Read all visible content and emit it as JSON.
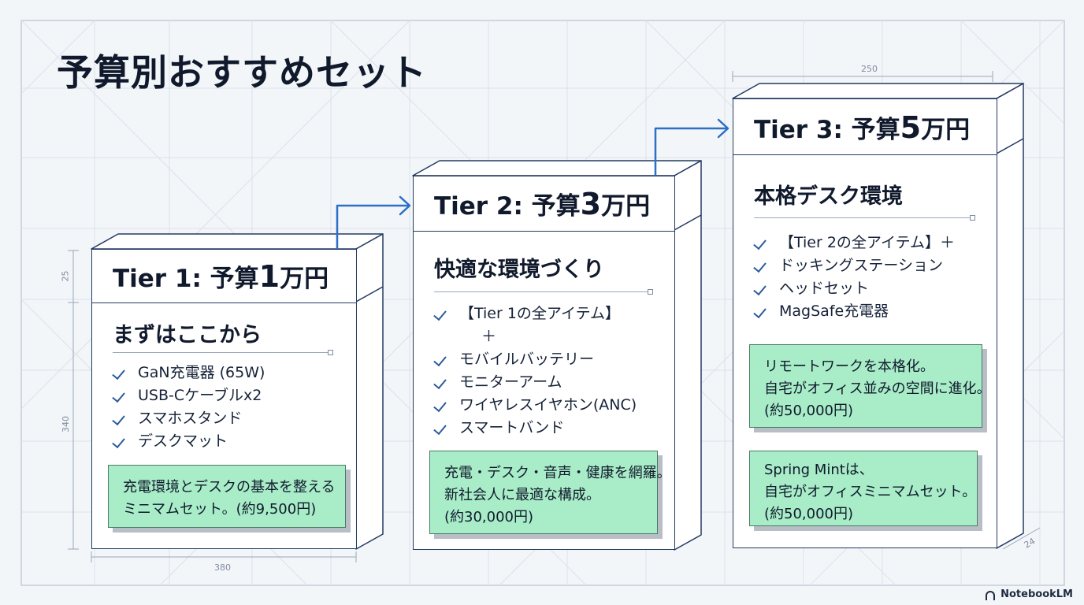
{
  "title": "予算別おすすめセット",
  "brand": "NotebookLM",
  "dimensions": {
    "d1": "25",
    "d2": "340",
    "d3": "380",
    "d4": "250",
    "d5": "24"
  },
  "tiers": [
    {
      "label": "Tier 1: 予算",
      "amount": "1",
      "unit": "万円",
      "subtitle": "まずはここから",
      "items": [
        "GaN充電器 (65W)",
        "USB-Cケーブルx2",
        "スマホスタンド",
        "デスクマット"
      ],
      "notes": [
        {
          "lines": [
            "充電環境とデスクの基本を整える",
            "ミニマムセット。(約9,500円)"
          ]
        }
      ]
    },
    {
      "label": "Tier 2: 予算",
      "amount": "3",
      "unit": "万円",
      "subtitle": "快適な環境づくり",
      "items": [
        "【Tier 1の全アイテム】",
        "＋",
        "モバイルバッテリー",
        "モニターアーム",
        "ワイヤレスイヤホン(ANC)",
        "スマートバンド"
      ],
      "notes": [
        {
          "lines": [
            "充電・デスク・音声・健康を網羅。",
            "新社会人に最適な構成。",
            "(約30,000円)"
          ]
        }
      ]
    },
    {
      "label": "Tier 3: 予算",
      "amount": "5",
      "unit": "万円",
      "subtitle": "本格デスク環境",
      "items": [
        "【Tier 2の全アイテム】＋",
        "ドッキングステーション",
        "ヘッドセット",
        "MagSafe充電器"
      ],
      "notes": [
        {
          "lines": [
            "リモートワークを本格化。",
            "自宅がオフィス並みの空間に進化。",
            "(約50,000円)"
          ]
        },
        {
          "lines": [
            "Spring Mintは、",
            "自宅がオフィスミニマムセット。",
            "(約50,000円)"
          ]
        }
      ]
    }
  ],
  "colors": {
    "frame": "#233a63",
    "arrow": "#2d6fc8",
    "note": "#a8ecc8",
    "check": "#2a5a99"
  }
}
